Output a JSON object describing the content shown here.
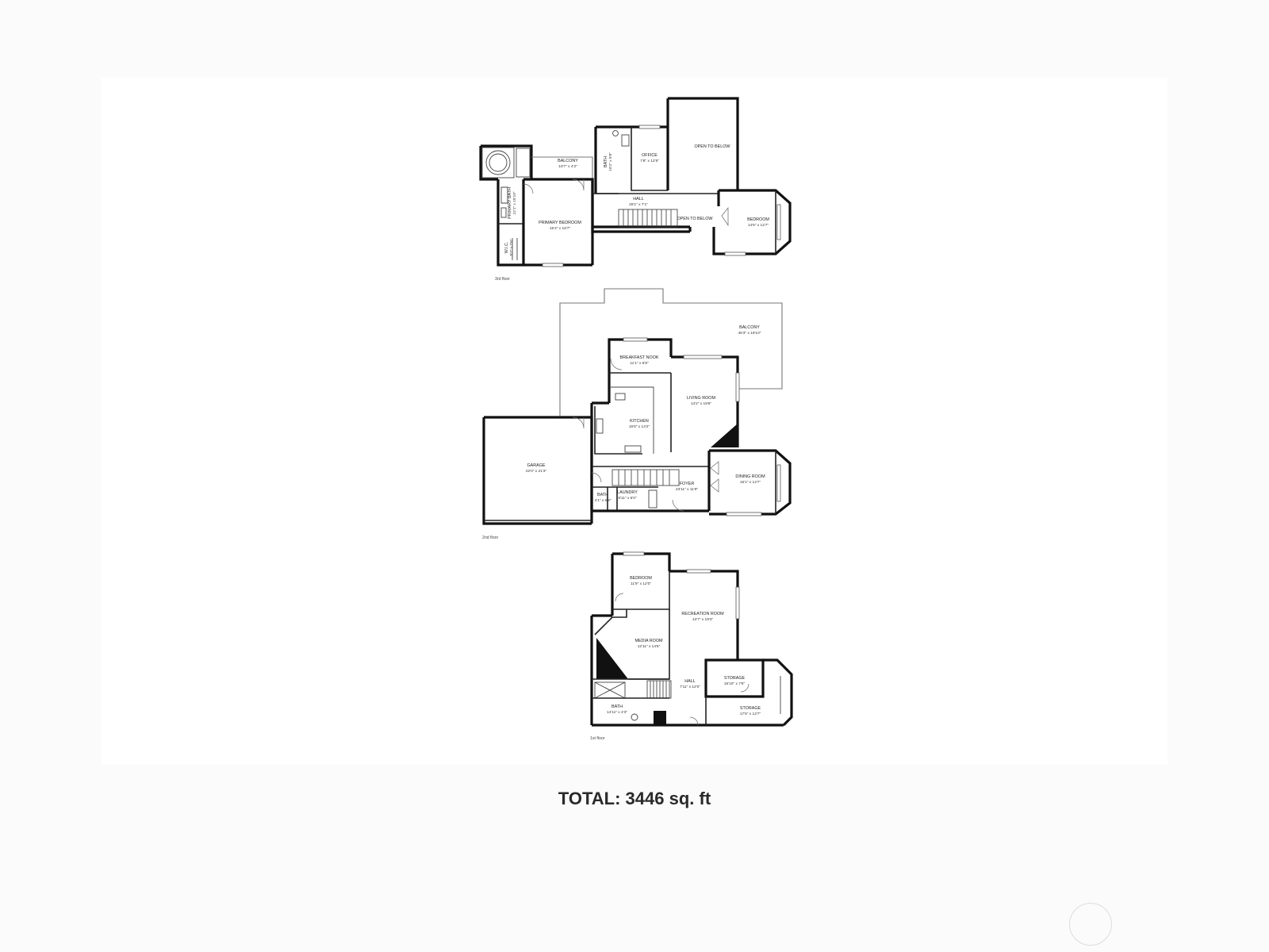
{
  "floors": {
    "third": {
      "label": "3rd floor",
      "rooms": {
        "balcony": {
          "name": "BALCONY",
          "dim": "10'7\" x 4'2\""
        },
        "bath": {
          "name": "BATH",
          "dim": "10'2\" x 5'9\""
        },
        "office": {
          "name": "OFFICE",
          "dim": "7'8\" x 12'9\""
        },
        "open_to_below_1": {
          "name": "OPEN TO BELOW"
        },
        "primary_bath": {
          "name": "PRIMARY BATH",
          "dim": "12'1\" x 15'10\""
        },
        "hall": {
          "name": "HALL",
          "dim": "28'1\" x 7'1\""
        },
        "open_to_below_2": {
          "name": "OPEN TO BELOW"
        },
        "bedroom": {
          "name": "BEDROOM",
          "dim": "14'6\" x 12'7\""
        },
        "primary_bedroom": {
          "name": "PRIMARY BEDROOM",
          "dim": "15'4\" x 16'7\""
        },
        "wic": {
          "name": "W.I.C.",
          "dim": "5'2\" x 7'6\""
        }
      }
    },
    "second": {
      "label": "2nd floor",
      "rooms": {
        "balcony": {
          "name": "BALCONY",
          "dim": "45'3\" x 19'10\""
        },
        "breakfast_nook": {
          "name": "BREAKFAST NOOK",
          "dim": "11'1\" x 6'8\""
        },
        "living_room": {
          "name": "LIVING ROOM",
          "dim": "14'2\" x 19'6\""
        },
        "kitchen": {
          "name": "KITCHEN",
          "dim": "15'6\" x 14'2\""
        },
        "garage": {
          "name": "GARAGE",
          "dim": "22'0\" x 21'3\""
        },
        "dining_room": {
          "name": "DINING ROOM",
          "dim": "16'1\" x 12'7\""
        },
        "foyer": {
          "name": "FOYER",
          "dim": "23'11\" x 11'9\""
        },
        "bath": {
          "name": "BATH",
          "dim": "4'1\" x 6'9\""
        },
        "laundry": {
          "name": "LAUNDRY",
          "dim": "8'11\" x 6'0\""
        }
      }
    },
    "first": {
      "label": "1st floor",
      "rooms": {
        "bedroom": {
          "name": "BEDROOM",
          "dim": "11'9\" x 12'0\""
        },
        "recreation_room": {
          "name": "RECREATION ROOM",
          "dim": "13'7\" x 19'3\""
        },
        "media_room": {
          "name": "MEDIA ROOM",
          "dim": "12'11\" x 14'5\""
        },
        "hall": {
          "name": "HALL",
          "dim": "7'11\" x 12'0\""
        },
        "storage_1": {
          "name": "STORAGE",
          "dim": "16'10\" x 7'6\""
        },
        "bath": {
          "name": "BATH",
          "dim": "14'11\" x 4'3\""
        },
        "storage_2": {
          "name": "STORAGE",
          "dim": "17'5\" x 12'7\""
        }
      }
    }
  },
  "total": "TOTAL: 3446 sq. ft"
}
